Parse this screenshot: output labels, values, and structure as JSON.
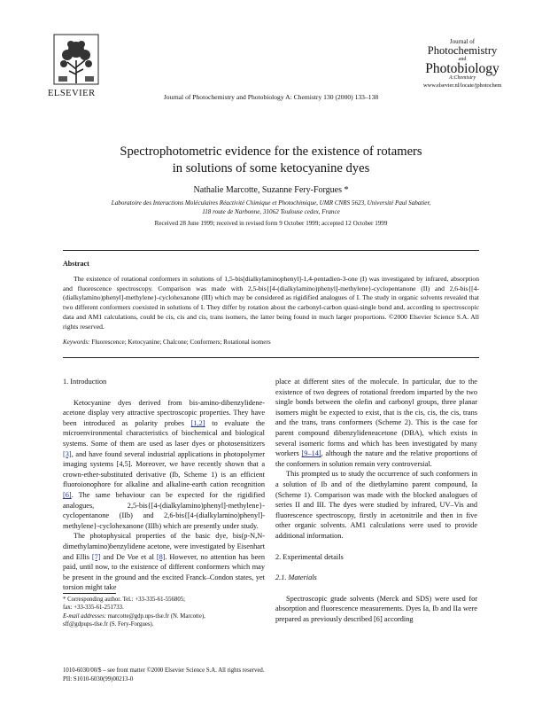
{
  "header": {
    "publisher": "ELSEVIER",
    "journal_reference": "Journal of Photochemistry and Photobiology A: Chemistry 130 (2000) 133–138",
    "masthead": {
      "line1": "Journal of",
      "line2": "Photochemistry",
      "line3": "and",
      "line4": "Photobiology",
      "line5": "A:Chemistry",
      "url": "www.elsevier.nl/locate/jphotochem"
    }
  },
  "article": {
    "title_line1": "Spectrophotometric evidence for the existence of rotamers",
    "title_line2": "in solutions of some ketocyanine dyes",
    "authors": "Nathalie Marcotte, Suzanne Fery-Forgues *",
    "affiliation_line1": "Laboratoire des Interactions Moléculaires Réactivité Chimique et Photochimique, UMR CNRS 5623, Université Paul Sabatier,",
    "affiliation_line2": "118 route de Narbonne, 31062 Toulouse cedex, France",
    "received": "Received 28 June 1999; received in revised form 9 October 1999; accepted 12 October 1999"
  },
  "abstract": {
    "heading": "Abstract",
    "text": "The existence of rotational conformers in solutions of 1,5-bis[dialkylaminophenyl]-1,4-pentadien-3-one (I) was investigated by infrared, absorption and fluorescence spectroscopy. Comparison was made with 2,5-bis{[4-(dialkylamino)phenyl]-methylene}-cyclopentanone (II) and 2,6-bis{[4-(dialkylamino)phenyl]-methylene}-cyclohexanone (III) which may be considered as rigidified analogues of I. The study in organic solvents revealed that two different conformers coexisted in solutions of I. They differ by rotation about the carbonyl-carbon quasi-single bond and, according to spectroscopic data and AM1 calculations, could be cis, cis and cis, trans isomers, the latter being found in much larger proportions. ©2000 Elsevier Science S.A. All rights reserved.",
    "keywords_label": "Keywords:",
    "keywords": "Fluorescence; Ketocyanine; Chalcone; Conformers; Rotational isomers"
  },
  "body": {
    "section1_heading": "1.  Introduction",
    "p1_a": "Ketocyanine dyes derived from bis-amino-dibenzylidene-acetone display very attractive spectroscopic properties. They have been introduced as polarity probes ",
    "p1_cite1": "[1,2]",
    "p1_b": " to evaluate the microenvironmental characteristics of biochemical and biological systems. Some of them are used as laser dyes or photosensitizers ",
    "p1_cite2": "[3]",
    "p1_c": ", and have found several industrial applications in photopolymer imaging systems [4,5]. Moreover, we have recently shown that a crown-ether-substituted derivative (Ib, Scheme 1) is an efficient fluoroionophore for alkaline and alkaline-earth cation recognition ",
    "p1_cite3": "[6]",
    "p1_d": ". The same behaviour can be expected for the rigidified analogues, 2,5-bis{[4-(dialkylamino)phenyl]-methylene}-cyclopentanone (IIb) and 2,6-bis{[4-(dialkylamino)phenyl]-methylene}-cyclohexanone (IIIb) which are presently under study.",
    "p2_a": "The photophysical properties of the basic dye, bis(p-N,N-dimethylamino)benzylidene acetone, were investigated by Eisenhart and Ellis ",
    "p2_cite1": "[7]",
    "p2_b": " and De Voe et al ",
    "p2_cite2": "[8]",
    "p2_c": ". However, no attention has been paid, until now, to the existence of different conformers which may be present in the ground and the excited Franck–Condon states, yet torsion might take",
    "r1_a": "place at different sites of the molecule. In particular, due to the existence of two degrees of rotational freedom imparted by the two single bonds between the olefin and carbonyl groups, three planar isomers might be expected to exist, that is the cis, cis, the cis, trans and the trans, trans conformers (Scheme 2). This is the case for parent compound dibenzylideneacetone (DBA), which exists in several isomeric forms and which has been investigated by many workers ",
    "r1_cite1": "[9–14]",
    "r1_b": ", although the nature and the relative proportions of the conformers in solution remain very controversial.",
    "r2": "This prompted us to study the occurrence of such conformers in a solution of Ib and of the diethylamino parent compound, Ia (Scheme 1). Comparison was made with the blocked analogues of series II and III. The dyes were studied by infrared, UV–Vis and fluorescence spectroscopy, firstly in acetonitrile and then in five other organic solvents. AM1 calculations were used to provide additional information.",
    "section2_heading": "2.  Experimental details",
    "section21_heading": "2.1.  Materials",
    "r3": "Spectroscopic grade solvents (Merck and SDS) were used for absorption and fluorescence measurements. Dyes Ia, Ib and IIa were prepared as previously described [6] according"
  },
  "footnotes": {
    "corresponding": "* Corresponding author.  Tel.: +33-335-61-556805;",
    "fax": "fax: +33-335-61-251733.",
    "email_label": "E-mail addresses:",
    "email1": " marcotte@gdp.ups-tlse.fr (N. Marcotte),",
    "email2": "sff@gdpups-tlse.fr (S. Fery-Forgues)."
  },
  "footer": {
    "issn": "1010-6030/00/$ – see front matter ©2000 Elsevier Science S.A. All rights reserved.",
    "pii": "PII: S1010-6030(99)00213-0"
  }
}
